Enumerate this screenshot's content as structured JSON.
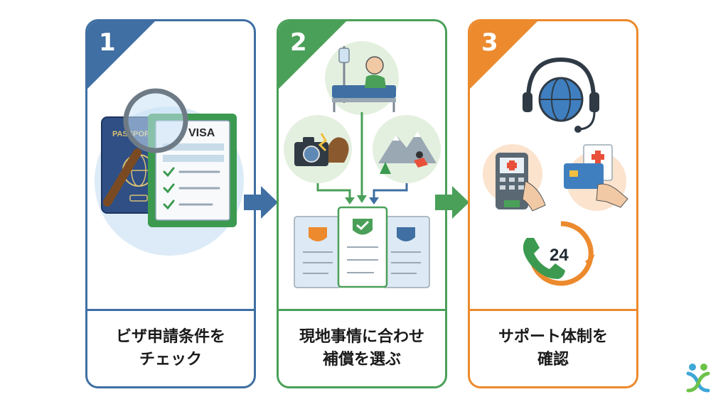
{
  "steps": [
    {
      "number": "1",
      "line1": "ビザ申請条件を",
      "line2": "チェック",
      "color": "#3f6fa3"
    },
    {
      "number": "2",
      "line1": "現地事情に合わせ",
      "line2": "補償を選ぶ",
      "color": "#4aa059"
    },
    {
      "number": "3",
      "line1": "サポート体制を",
      "line2": "確認",
      "color": "#ec8a2d"
    }
  ],
  "illustrations": {
    "passport_text": "PASSPORT",
    "visa_text": "VISA",
    "clock_text": "24"
  }
}
